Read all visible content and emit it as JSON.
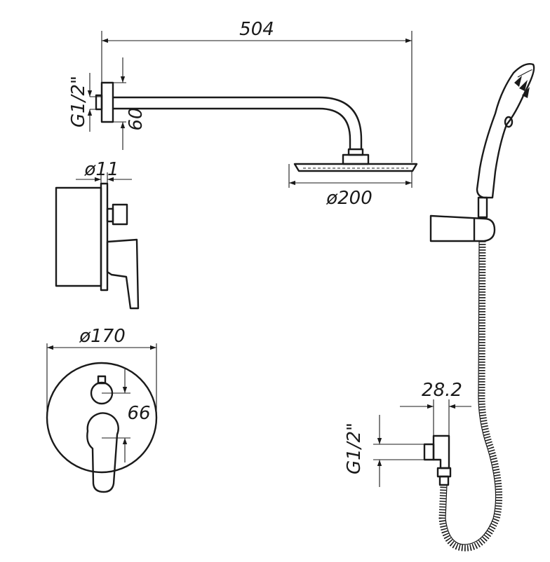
{
  "dimensions": {
    "overall_length": "504",
    "wall_thread_top": "G1/2\"",
    "arm_height": "60",
    "head_diameter": "ø200",
    "plate_thickness": "ø11",
    "plate_diameter": "ø170",
    "knob_spacing": "66",
    "outlet_offset": "28.2",
    "wall_thread_bottom": "G1/2\""
  }
}
